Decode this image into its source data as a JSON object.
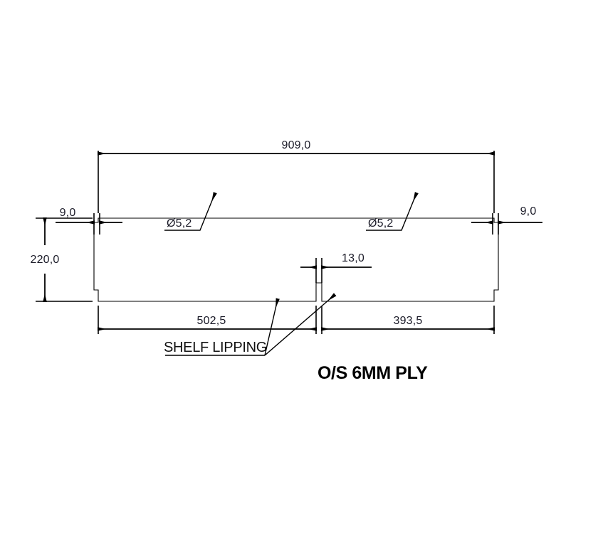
{
  "drawing": {
    "title_note": "O/S 6MM PLY",
    "part_note": "SHELF LIPPING",
    "dimensions": {
      "overall_length": "909,0",
      "overall_height": "220,0",
      "left_edge_offset": "9,0",
      "right_edge_offset": "9,0",
      "slot_width": "13,0",
      "left_segment": "502,5",
      "right_segment": "393,5"
    },
    "holes": {
      "left_label": "Ø5,2",
      "right_label": "Ø5,2"
    },
    "colors": {
      "line": "#000000",
      "text": "#1b1b28",
      "background": "#ffffff"
    }
  }
}
